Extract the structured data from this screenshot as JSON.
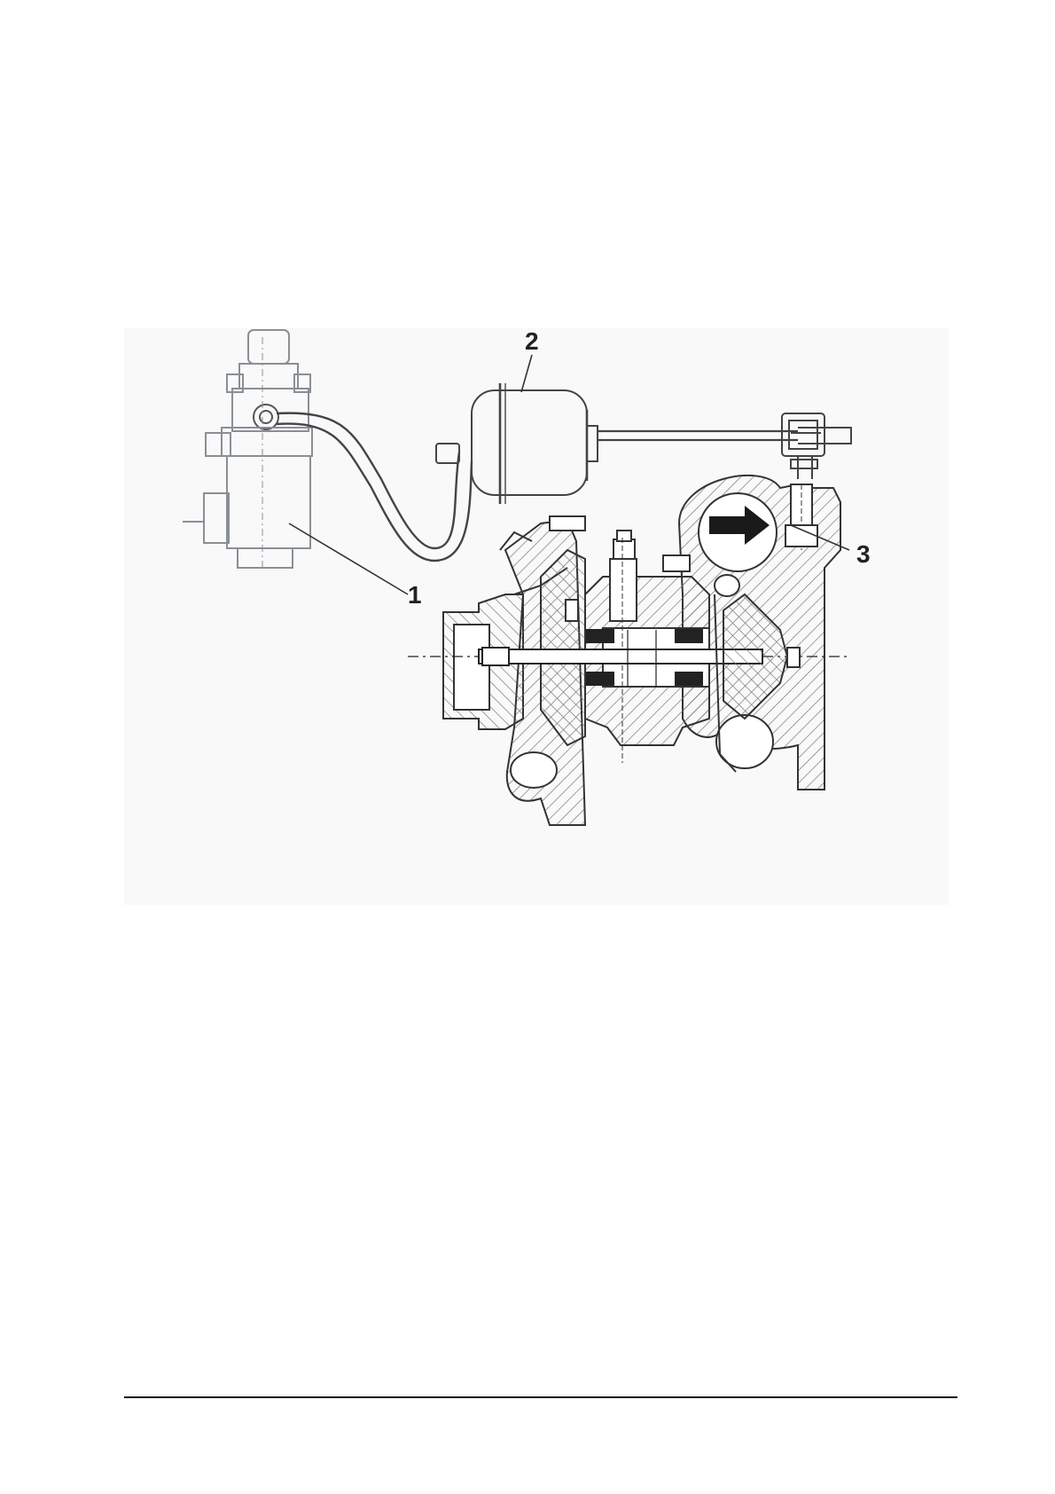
{
  "diagram": {
    "callouts": [
      {
        "id": "1",
        "label": "1"
      },
      {
        "id": "2",
        "label": "2"
      },
      {
        "id": "3",
        "label": "3"
      }
    ],
    "colors": {
      "line": "#333333",
      "hatch": "#777777",
      "light": "#8a8f96",
      "arrow": "#1a1a1a"
    }
  }
}
